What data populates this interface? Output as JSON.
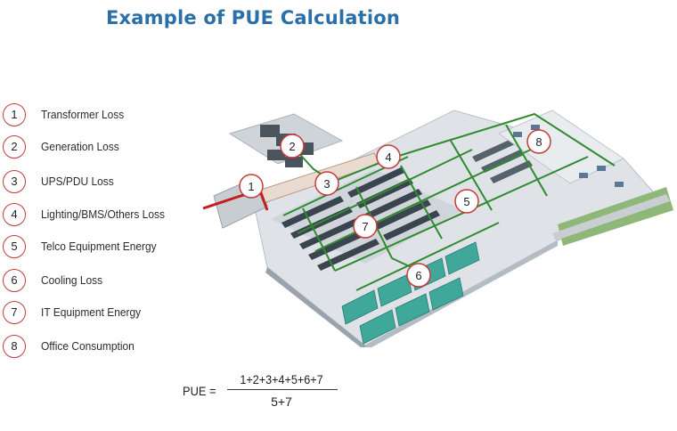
{
  "title": "Example of PUE Calculation",
  "legend": [
    {
      "num": "1",
      "label": "Transformer Loss"
    },
    {
      "num": "2",
      "label": "Generation Loss"
    },
    {
      "num": "3",
      "label": "UPS/PDU Loss"
    },
    {
      "num": "4",
      "label": "Lighting/BMS/Others Loss"
    },
    {
      "num": "5",
      "label": "Telco Equipment Energy"
    },
    {
      "num": "6",
      "label": "Cooling Loss"
    },
    {
      "num": "7",
      "label": "IT Equipment Energy"
    },
    {
      "num": "8",
      "label": "Office Consumption"
    }
  ],
  "formula": {
    "lhs": "PUE =",
    "numerator": "1+2+3+4+5+6+7",
    "denominator": "5+7"
  },
  "colors": {
    "title": "#2a6fa8",
    "badge_border": "#c73a3a",
    "power_line": "#c41e1e",
    "network_line": "#2e8b2e",
    "rack": "#3a4550",
    "cooling_unit": "#3fa89a",
    "floor": "#d8dde2",
    "grass": "#8fb878"
  }
}
